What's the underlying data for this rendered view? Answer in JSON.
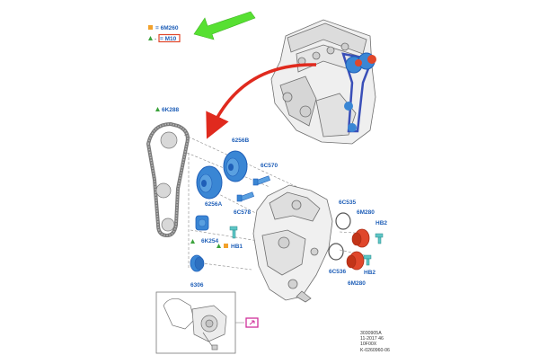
{
  "legend": {
    "line1": "= 6M260",
    "line2": "= M10"
  },
  "labels": {
    "belt": "6K288",
    "gear_upper": "6256B",
    "gear_lower": "6256A",
    "bolt_upper": "6C570",
    "bolt_lower": "6C578",
    "tensioner": "6K254",
    "hb1": "HB1",
    "idler": "6306",
    "seal_upper": "6C535",
    "seal_lower": "6C536",
    "vct_upper": "6M280",
    "vct_lower": "6M280",
    "hb2_upper": "HB2",
    "hb2_lower": "HB2"
  },
  "reference": {
    "line1": "3030905A",
    "line2": "11-2017 46",
    "line3": "10F00X",
    "line4": "K-0260960-06"
  },
  "colors": {
    "part_blue": "#3a86d4",
    "part_red": "#e0472b",
    "arrow_green": "#57e032",
    "arrow_red": "#e02a1e",
    "label_blue": "#1f5fb8",
    "inset_magenta": "#d0309a",
    "icon_orange": "#f2a12b",
    "icon_green": "#3aa23a"
  }
}
